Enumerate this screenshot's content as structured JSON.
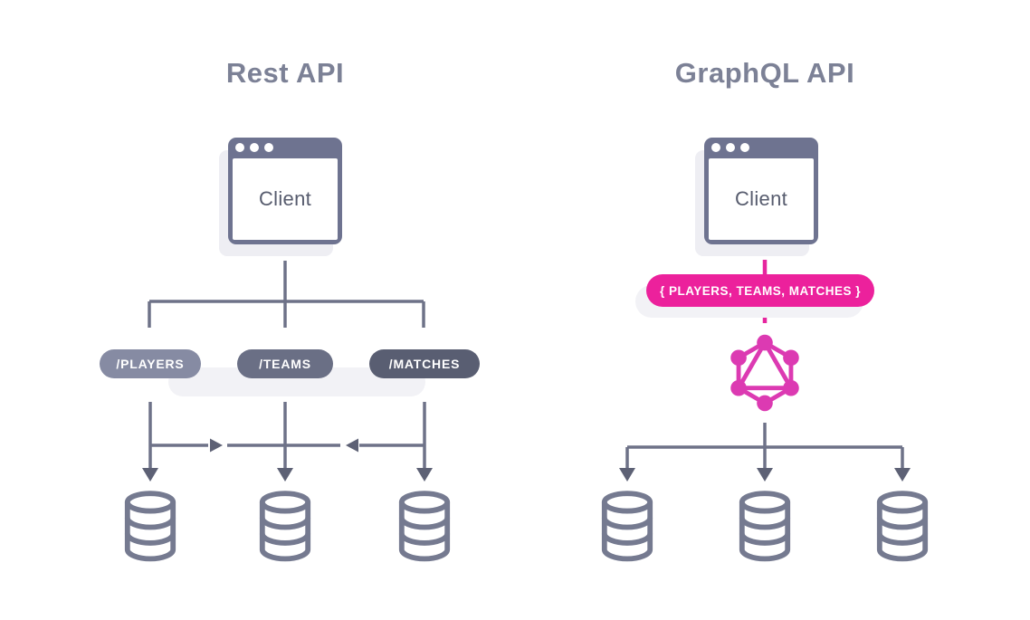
{
  "diagram": {
    "rest": {
      "title": "Rest API",
      "client_label": "Client",
      "endpoints": [
        {
          "label": "/PLAYERS",
          "color": "#868ba3"
        },
        {
          "label": "/TEAMS",
          "color": "#6a6f85"
        },
        {
          "label": "/MATCHES",
          "color": "#595e72"
        }
      ],
      "database_count": 3
    },
    "graphql": {
      "title": "GraphQL API",
      "client_label": "Client",
      "query_label": "{ PLAYERS, TEAMS, MATCHES }",
      "database_count": 3
    },
    "colors": {
      "bg": "#ffffff",
      "slate": "#6e7288",
      "slateDark": "#5d6175",
      "frame": "#6e7390",
      "title": "#7c8196",
      "clientText": "#575c6e",
      "pink": "#ec219c",
      "pinkLine": "#e6259e",
      "logoPink": "#dc3ab2",
      "db": "#757a90",
      "shadow": "#eeeef3",
      "shadowSoft": "#f2f2f6"
    }
  }
}
